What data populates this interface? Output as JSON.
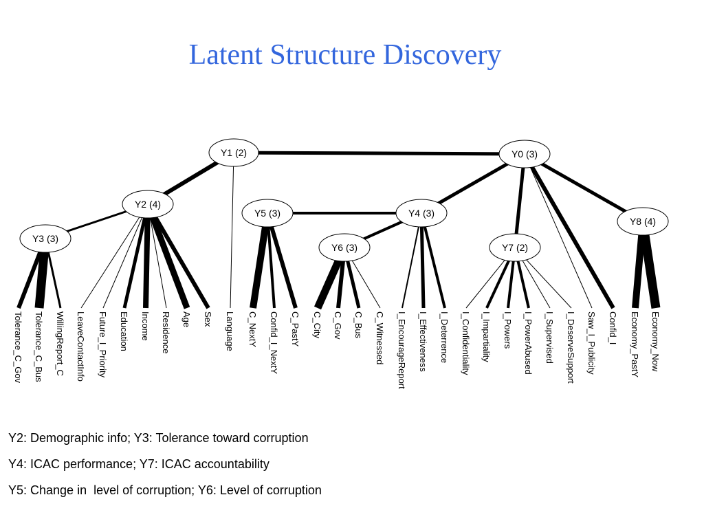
{
  "title": "Latent Structure Discovery",
  "title_color": "#3366dd",
  "diagram": {
    "latent_nodes": [
      {
        "id": "Y1",
        "label": "Y1 (2)"
      },
      {
        "id": "Y0",
        "label": "Y0 (3)"
      },
      {
        "id": "Y2",
        "label": "Y2 (4)"
      },
      {
        "id": "Y3",
        "label": "Y3 (3)"
      },
      {
        "id": "Y5",
        "label": "Y5 (3)"
      },
      {
        "id": "Y4",
        "label": "Y4 (3)"
      },
      {
        "id": "Y6",
        "label": "Y6 (3)"
      },
      {
        "id": "Y7",
        "label": "Y7 (2)"
      },
      {
        "id": "Y8",
        "label": "Y8 (4)"
      }
    ],
    "leaf_nodes": [
      {
        "id": "Tolerance_C_Gov",
        "label": "Tolerance_C_Gov"
      },
      {
        "id": "Tolerance_C_Bus",
        "label": "Tolerance_C_Bus"
      },
      {
        "id": "WillingReport_C",
        "label": "WillingReport_C"
      },
      {
        "id": "LeaveContactInfo",
        "label": "LeaveContactInfo"
      },
      {
        "id": "Future_I_Priority",
        "label": "Future_I_Priority"
      },
      {
        "id": "Education",
        "label": "Education"
      },
      {
        "id": "Income",
        "label": "Income"
      },
      {
        "id": "Residence",
        "label": "Residence"
      },
      {
        "id": "Age",
        "label": "Age"
      },
      {
        "id": "Sex",
        "label": "Sex"
      },
      {
        "id": "Language",
        "label": "Language"
      },
      {
        "id": "C_NextY",
        "label": "C_NextY"
      },
      {
        "id": "Confid_I_NextY",
        "label": "Confid_I_NextY"
      },
      {
        "id": "C_PastY",
        "label": "C_PastY"
      },
      {
        "id": "C_City",
        "label": "C_City"
      },
      {
        "id": "C_Gov",
        "label": "C_Gov"
      },
      {
        "id": "C_Bus",
        "label": "C_Bus"
      },
      {
        "id": "C_Witnessed",
        "label": "C_Witnessed"
      },
      {
        "id": "I_EncourageReport",
        "label": "I_EncourageReport"
      },
      {
        "id": "I_Effectiveness",
        "label": "I_Effectiveness"
      },
      {
        "id": "I_Deterrence",
        "label": "I_Deterrence"
      },
      {
        "id": "I_Confidentiality",
        "label": "I_Confidentiality"
      },
      {
        "id": "I_Impartiality",
        "label": "I_Impartiality"
      },
      {
        "id": "I_Powers",
        "label": "I_Powers"
      },
      {
        "id": "I_PowerAbused",
        "label": "I_PowerAbused"
      },
      {
        "id": "I_Supervised",
        "label": "I_Supervised"
      },
      {
        "id": "I_DeserveSupport",
        "label": "I_DeserveSupport"
      },
      {
        "id": "Saw_I_Publicity",
        "label": "Saw_I_Publicity"
      },
      {
        "id": "Confid_I",
        "label": "Confid_I"
      },
      {
        "id": "Economy_PastY",
        "label": "Economy_PastY"
      },
      {
        "id": "Economy_Now",
        "label": "Economy_Now"
      }
    ],
    "edges": [
      {
        "from": "Y1",
        "to": "Y0",
        "weight": 5
      },
      {
        "from": "Y1",
        "to": "Y2",
        "weight": 6
      },
      {
        "from": "Y1",
        "to": "Language",
        "weight": 1
      },
      {
        "from": "Y0",
        "to": "Y4",
        "weight": 5
      },
      {
        "from": "Y0",
        "to": "Y7",
        "weight": 5
      },
      {
        "from": "Y0",
        "to": "Y8",
        "weight": 5
      },
      {
        "from": "Y0",
        "to": "Saw_I_Publicity",
        "weight": 1
      },
      {
        "from": "Y0",
        "to": "Confid_I",
        "weight": 6
      },
      {
        "from": "Y2",
        "to": "Y3",
        "weight": 3
      },
      {
        "from": "Y2",
        "to": "LeaveContactInfo",
        "weight": 1
      },
      {
        "from": "Y2",
        "to": "Future_I_Priority",
        "weight": 1
      },
      {
        "from": "Y2",
        "to": "Education",
        "weight": 5
      },
      {
        "from": "Y2",
        "to": "Income",
        "weight": 8
      },
      {
        "from": "Y2",
        "to": "Residence",
        "weight": 1
      },
      {
        "from": "Y2",
        "to": "Age",
        "weight": 9
      },
      {
        "from": "Y2",
        "to": "Sex",
        "weight": 6
      },
      {
        "from": "Y3",
        "to": "Tolerance_C_Gov",
        "weight": 6
      },
      {
        "from": "Y3",
        "to": "Tolerance_C_Bus",
        "weight": 13
      },
      {
        "from": "Y3",
        "to": "WillingReport_C",
        "weight": 3
      },
      {
        "from": "Y5",
        "to": "Y4",
        "weight": 4
      },
      {
        "from": "Y5",
        "to": "C_NextY",
        "weight": 10
      },
      {
        "from": "Y5",
        "to": "Confid_I_NextY",
        "weight": 4
      },
      {
        "from": "Y5",
        "to": "C_PastY",
        "weight": 6
      },
      {
        "from": "Y4",
        "to": "Y6",
        "weight": 4
      },
      {
        "from": "Y4",
        "to": "I_EncourageReport",
        "weight": 2
      },
      {
        "from": "Y4",
        "to": "I_Effectiveness",
        "weight": 5
      },
      {
        "from": "Y4",
        "to": "I_Deterrence",
        "weight": 4
      },
      {
        "from": "Y6",
        "to": "C_City",
        "weight": 11
      },
      {
        "from": "Y6",
        "to": "C_Gov",
        "weight": 6
      },
      {
        "from": "Y6",
        "to": "C_Bus",
        "weight": 5
      },
      {
        "from": "Y6",
        "to": "C_Witnessed",
        "weight": 1
      },
      {
        "from": "Y7",
        "to": "I_Confidentiality",
        "weight": 1
      },
      {
        "from": "Y7",
        "to": "I_Impartiality",
        "weight": 4
      },
      {
        "from": "Y7",
        "to": "I_Powers",
        "weight": 4
      },
      {
        "from": "Y7",
        "to": "I_PowerAbused",
        "weight": 4
      },
      {
        "from": "Y7",
        "to": "I_Supervised",
        "weight": 1
      },
      {
        "from": "Y7",
        "to": "I_DeserveSupport",
        "weight": 1
      },
      {
        "from": "Y8",
        "to": "Economy_PastY",
        "weight": 10
      },
      {
        "from": "Y8",
        "to": "Economy_Now",
        "weight": 13
      }
    ]
  },
  "captions": [
    "Y2: Demographic info; Y3: Tolerance toward corruption",
    "Y4: ICAC performance; Y7: ICAC accountability",
    "Y5: Change in  level of corruption; Y6: Level of corruption"
  ]
}
